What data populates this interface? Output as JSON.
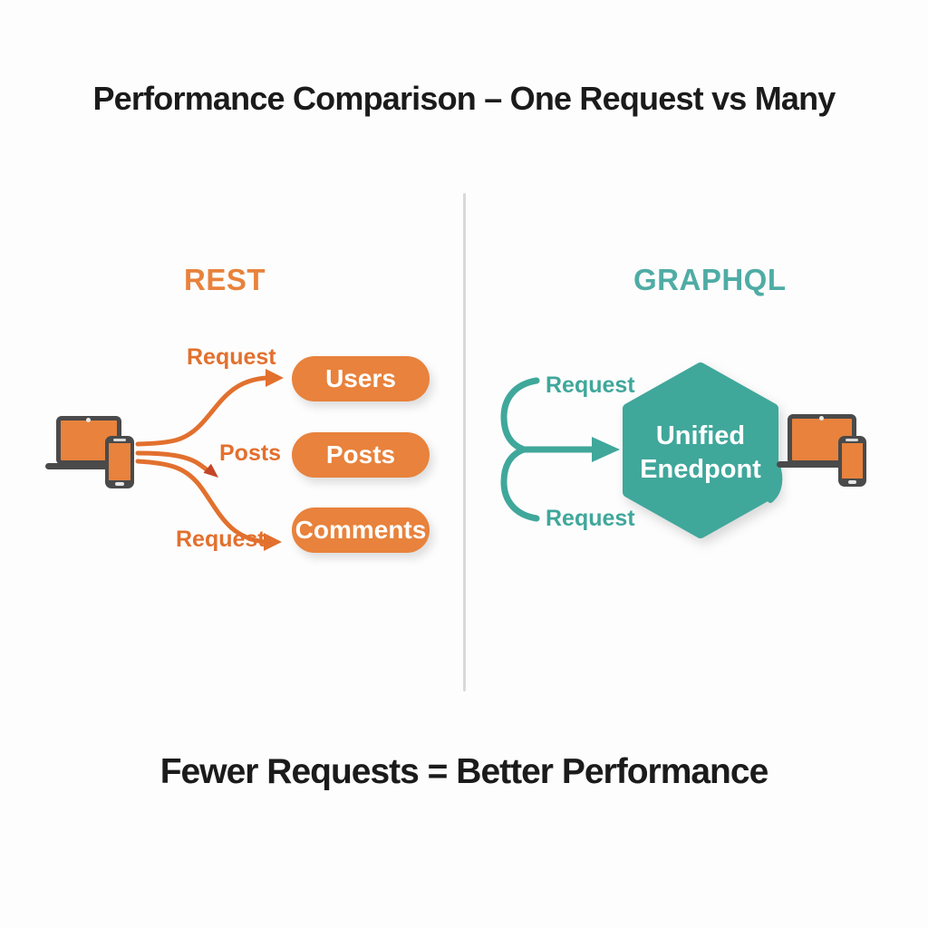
{
  "title": "Performance Comparison – One Request vs Many",
  "footer": "Fewer Requests = Better Performance",
  "colors": {
    "orange": "#E8823C",
    "orange_deep": "#E2702E",
    "red_arrow": "#C44527",
    "teal": "#40A79B",
    "teal_text": "#4FACA5",
    "ink": "#1B1B1B",
    "device_dark": "#4A4A4A",
    "divider": "#D9D9D9",
    "bg": "#FDFDFD"
  },
  "rest": {
    "heading": "REST",
    "flow_labels": [
      "Request",
      "Posts",
      "Request"
    ],
    "endpoints": [
      "Users",
      "Posts",
      "Comments"
    ]
  },
  "graphql": {
    "heading": "GRAPHQL",
    "flow_labels": [
      "Request",
      "Request"
    ],
    "endpoint_line1": "Unified",
    "endpoint_line2": "Enedpont"
  }
}
